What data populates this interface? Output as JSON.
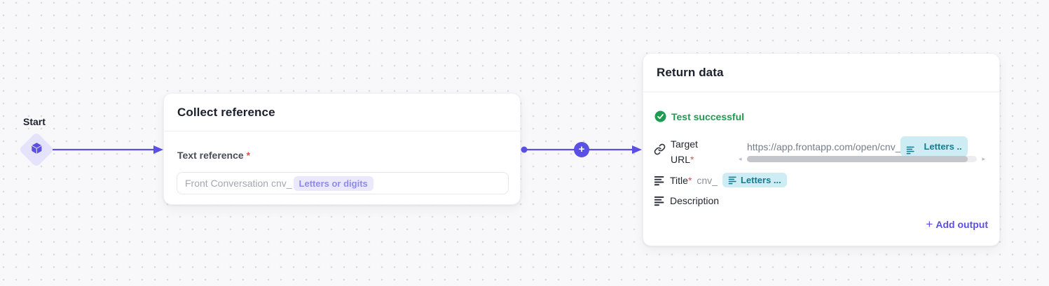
{
  "colors": {
    "accent": "#5b50e6",
    "success_green": "#1d9b50",
    "teal_chip_bg": "#cdecf4",
    "teal_chip_text": "#127d8f",
    "lavender_chip_bg": "#e9e8fc",
    "lavender_chip_text": "#9089f0",
    "required_red": "#e5484d",
    "canvas_bg": "#f8f8fa",
    "dot_color": "#d9d9de"
  },
  "icons": {
    "start_node": "cube-icon",
    "target_url": "link-icon",
    "title_row": "text-lines-icon",
    "description_row": "text-lines-icon",
    "status": "check-circle-icon",
    "plus": "+",
    "scroll_left": "◂",
    "scroll_right": "▸"
  },
  "start_node": {
    "label": "Start"
  },
  "collect_card": {
    "title": "Collect reference",
    "field_label": "Text reference",
    "required_mark": "*",
    "input_placeholder": "Front Conversation cnv_",
    "input_chip": "Letters or digits"
  },
  "connector": {
    "plus_label": "+"
  },
  "return_card": {
    "title": "Return data",
    "status_label": "Test successful",
    "target_url": {
      "label_line1": "Target",
      "label_line2": "URL",
      "required_mark": "*",
      "value": "https://app.frontapp.com/open/cnv_",
      "chip": "Letters .."
    },
    "title_row": {
      "label": "Title",
      "required_mark": "*",
      "value": "cnv_",
      "chip": "Letters ..."
    },
    "description_row": {
      "label": "Description"
    },
    "add_output_label": "Add output"
  }
}
